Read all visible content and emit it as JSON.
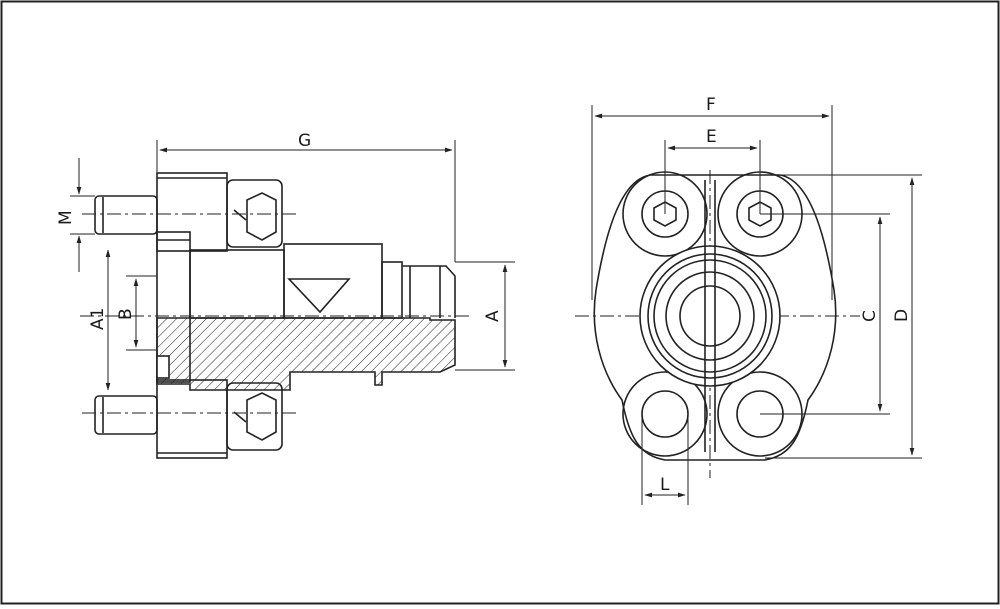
{
  "dimensions": {
    "side_view": {
      "G": "G",
      "M": "M",
      "A1": "A1",
      "B": "B",
      "A": "A"
    },
    "front_view": {
      "F": "F",
      "E": "E",
      "C": "C",
      "D": "D",
      "L": "L"
    }
  }
}
